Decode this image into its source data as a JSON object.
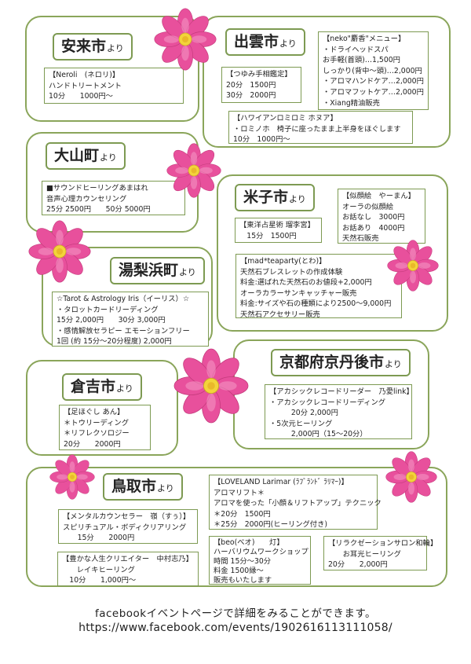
{
  "sections": {
    "yasugi": {
      "title": "安来市",
      "suffix": "より",
      "boxes": [
        {
          "lines": [
            "【Neroli　(ネロリ)】",
            "ハンドトリートメント",
            "10分　　1000円〜"
          ]
        }
      ]
    },
    "izumo": {
      "title": "出雲市",
      "suffix": "より",
      "boxes": [
        {
          "lines": [
            "【つゆみ手相鑑定】",
            "20分　1500円",
            "30分　2000円"
          ]
        },
        {
          "lines": [
            "【neko\"麝香\"メニュー】",
            "・ドライヘッドスパ",
            "お手軽(首頭)…1,500円",
            "しっかり(背中〜頭)…2,000円",
            "・アロマハンドケア…2,000円",
            "・アロマフットケア…2,000円",
            "・Xiang精油販売"
          ]
        },
        {
          "lines": [
            "【ハワイアンロミロミ ホヌア】",
            "・ロミノホ　椅子に座ったまま上半身をほぐします",
            "10分　1000円〜"
          ]
        }
      ]
    },
    "daisen": {
      "title": "大山町",
      "suffix": "より",
      "boxes": [
        {
          "lines": [
            "■サウンドヒーリングあまはれ",
            "音声心理カウンセリング",
            "25分 2500円　　50分 5000円"
          ]
        }
      ]
    },
    "yonago": {
      "title": "米子市",
      "suffix": "より",
      "boxes": [
        {
          "lines": [
            "【似顔絵　やーまん】",
            "オーラの似顔絵",
            "お話なし　3000円",
            "お話あり　4000円",
            "天然石販売"
          ]
        },
        {
          "lines": [
            "【東洋占星術 瑠李宮】",
            "　15分　1500円"
          ]
        },
        {
          "lines": [
            "【mad*teaparty(とわ)】",
            "天然石ブレスレットの作成体験",
            "料金:選ばれた天然石のお値段+2,000円",
            "オーラカラーサンキャッチャー販売",
            "料金:サイズや石の種類により2500〜9,000円",
            "天然石アクセサリー販売"
          ]
        }
      ]
    },
    "yurihama": {
      "title": "湯梨浜町",
      "suffix": "より",
      "boxes": [
        {
          "lines": [
            "☆Tarot & Astrology Iris（イーリス）☆",
            "・タロットカードリーディング",
            "15分 2,000円　　30分 3,000円",
            "・感情解放セラピー エモーションフリー",
            "1回 (約 15分〜20分程度) 2,000円"
          ]
        }
      ]
    },
    "kyotango": {
      "title": "京都府京丹後市",
      "suffix": "より",
      "boxes": [
        {
          "lines": [
            "【アカシックレコードリーダー　乃愛link】",
            "・アカシックレコードリーディング",
            "　　　20分 2,000円",
            "・5次元ヒーリング",
            "　　　2,000円（15〜20分）"
          ]
        }
      ]
    },
    "kurayoshi": {
      "title": "倉吉市",
      "suffix": "より",
      "boxes": [
        {
          "lines": [
            "【足ほぐし あん】",
            "＊トウリーディング",
            "＊リフレクソロジー",
            "20分　　2000円"
          ]
        }
      ]
    },
    "tottori": {
      "title": "鳥取市",
      "suffix": "より",
      "boxes": [
        {
          "lines": [
            "【メンタルカウンセラー　嶺（すぅ）】",
            "スピリチュアル・ボディクリアリング",
            "　　15分　　2000円"
          ]
        },
        {
          "lines": [
            "【豊かな人生クリエイター　中村志乃】",
            "　　レイキヒーリング",
            "　10分　　1,000円〜"
          ]
        },
        {
          "lines": [
            "【LOVELAND Larimar (ﾗﾌﾞﾗﾝﾄﾞ ﾗﾘﾏｰ)】",
            "アロマリフト＊",
            "アロマを使った「小顔＆リフトアップ」テクニック",
            "＊20分　1500円",
            "＊25分　2000円(ヒーリング付き)"
          ]
        },
        {
          "lines": [
            "【beo(べオ)　　灯】",
            "ハーバリウムワークショップ",
            "時間 15分〜30分",
            "料金 1500縁〜",
            "販売もいたします"
          ]
        },
        {
          "lines": [
            "【リラクゼーションサロン和輪】",
            "　　お耳光ヒーリング",
            "20分　　2,000円"
          ]
        }
      ]
    }
  },
  "footer": {
    "line1": "facebookイベントページで詳細をみることができます。",
    "line2": "https://www.facebook.com/events/1902616113111058/"
  },
  "colors": {
    "frame": "#8aa55a",
    "petal": "#e8509c",
    "petal_light": "#f59ac6",
    "center": "#f3d43a"
  }
}
